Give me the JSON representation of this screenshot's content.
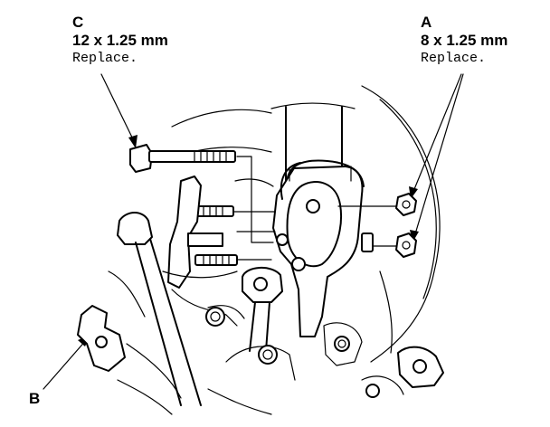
{
  "callouts": {
    "c": {
      "letter": "C",
      "size": "12 x 1.25 mm",
      "note": "Replace."
    },
    "a": {
      "letter": "A",
      "size": "8 x 1.25 mm",
      "note": "Replace."
    },
    "b": {
      "letter": "B"
    }
  },
  "colors": {
    "ink": "#000000",
    "paper": "#ffffff"
  }
}
